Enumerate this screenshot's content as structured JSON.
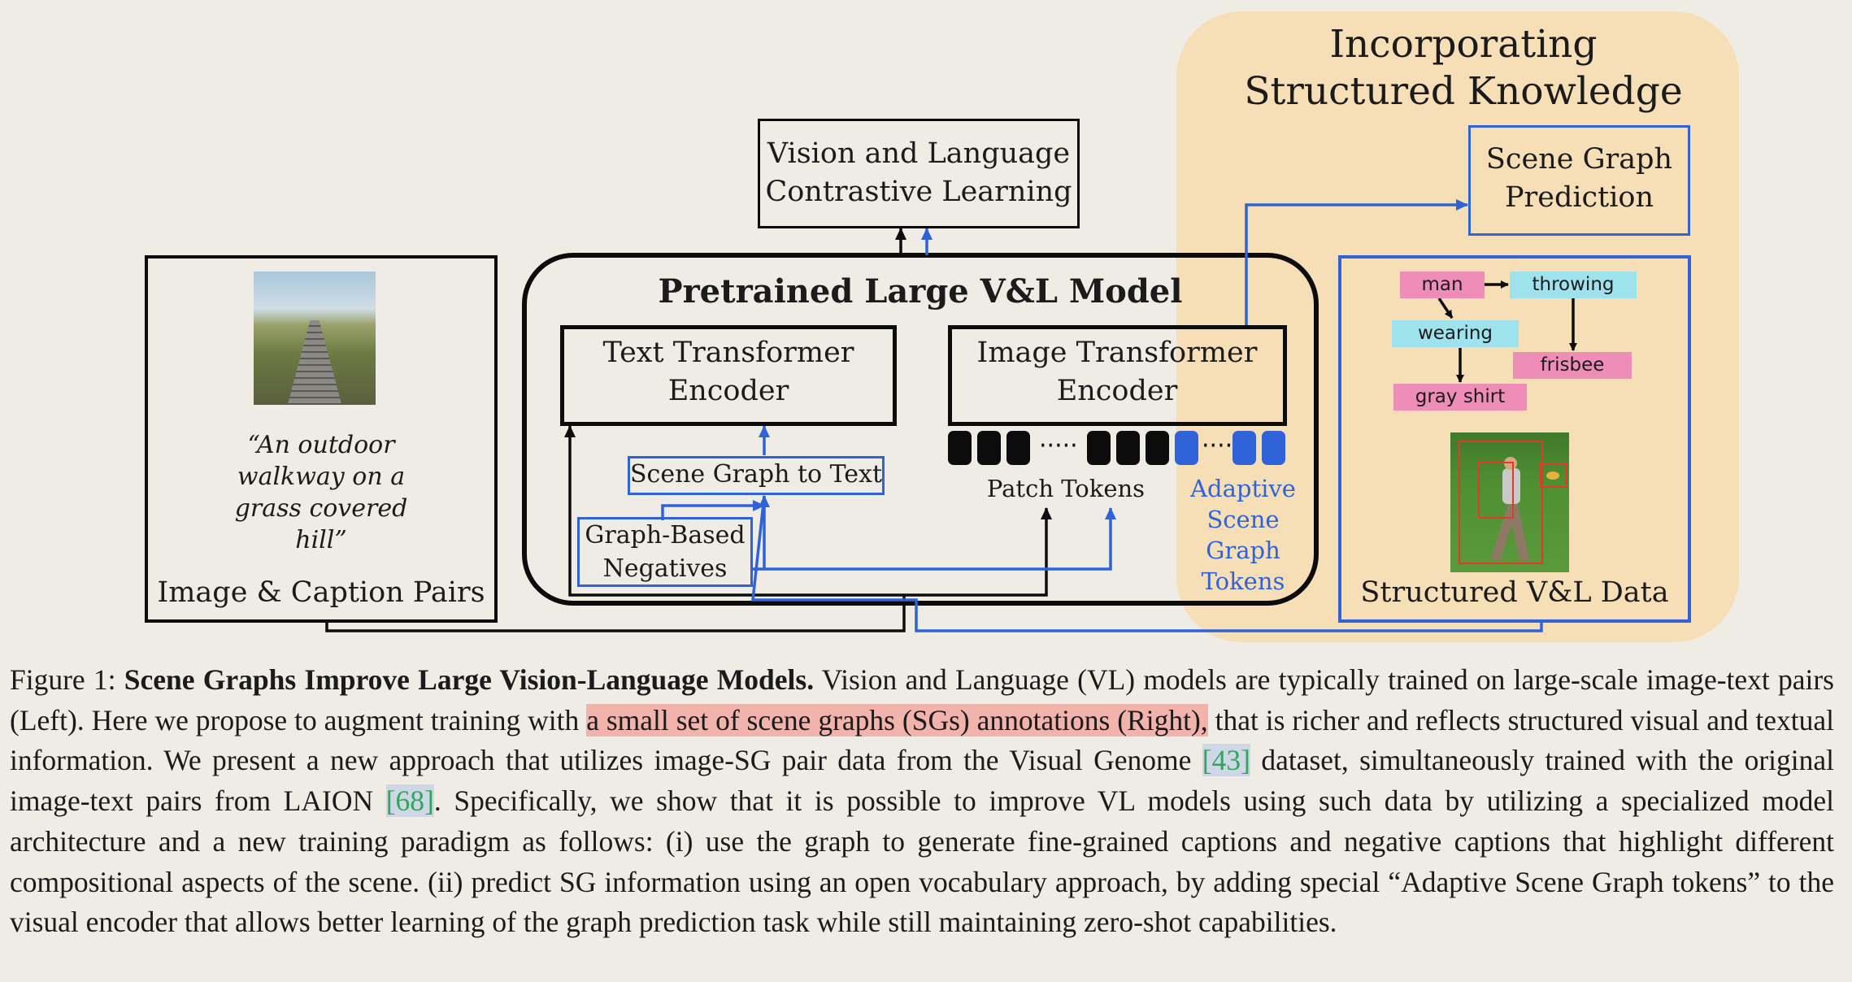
{
  "figure": {
    "structured_panel_title": "Incorporating Structured Knowledge",
    "vl_contrastive": "Vision and Language Contrastive Learning",
    "scene_graph_prediction": "Scene Graph Prediction",
    "pretrained_model": "Pretrained Large V&L Model",
    "text_encoder": "Text Transformer Encoder",
    "image_encoder": "Image Transformer Encoder",
    "sg_to_text": "Scene Graph to Text",
    "graph_negatives": "Graph-Based Negatives",
    "patch_tokens": "Patch Tokens",
    "adaptive_tokens": "Adaptive Scene Graph Tokens",
    "left_panel": {
      "image_alt": "wooden boardwalk photo",
      "caption_quote": "“An outdoor walkway on a grass covered hill”",
      "label": "Image & Caption Pairs"
    },
    "right_panel": {
      "label": "Structured V&L Data",
      "nodes": [
        "man",
        "throwing",
        "wearing",
        "frisbee",
        "gray shirt"
      ]
    },
    "colors": {
      "background": "#efece6",
      "structured_panel": "#f6deb7",
      "blue": "#2f63d7",
      "node_pink": "#ee8db7",
      "node_cyan": "#9ee2ee"
    }
  },
  "caption": {
    "label": "Figure 1: ",
    "bold_title": "Scene Graphs Improve Large Vision-Language Models.",
    "part1": " Vision and Language (VL) models are typically trained on large-scale image-text pairs (Left). Here we propose to augment training with ",
    "highlight": "a small set of scene graphs (SGs) annotations (Right),",
    "part2": " that is richer and reflects structured visual and textual information. We present a new approach that utilizes image-SG pair data from the Visual Genome ",
    "cite1": "[43]",
    "part3": " dataset, simultaneously trained with the original image-text pairs from LAION ",
    "cite2": "[68]",
    "part4": ". Specifically, we show that it is possible to improve VL models using such data by utilizing a specialized model architecture and a new training paradigm as follows: (i) use the graph to generate fine-grained captions and negative captions that highlight different compositional aspects of the scene. (ii) predict SG information using an open vocabulary approach, by adding special “Adaptive Scene Graph tokens” to the visual encoder that allows better learning of the graph prediction task while still maintaining zero-shot capabilities."
  }
}
